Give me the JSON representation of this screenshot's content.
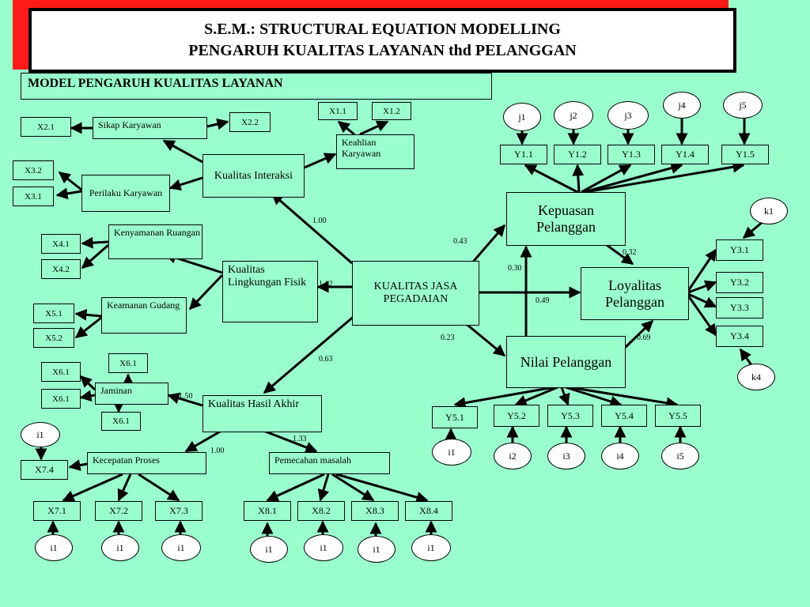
{
  "title": {
    "line1": "S.E.M.: STRUCTURAL EQUATION MODELLING",
    "line2": "PENGARUH  KUALITAS  LAYANAN thd PELANGGAN"
  },
  "subtitle": "MODEL PENGARUH KUALITAS LAYANAN",
  "colors": {
    "background": "#99ffcc",
    "accent": "#ff1a1a",
    "line": "#000000"
  },
  "constructs": {
    "central": "KUALITAS JASA PEGADAIAN",
    "interaksi": "Kualitas Interaksi",
    "fisik": "Kualitas Lingkungan Fisik",
    "hasil": "Kualitas Hasil Akhir",
    "kepuasan": "Kepuasan Pelanggan",
    "loyalitas": "Loyalitas Pelanggan",
    "nilai": "Nilai Pelanggan"
  },
  "dimensions": {
    "sikap": "Sikap Karyawan",
    "perilaku": "Perilaku Karyawan",
    "keahlian": "Keahlian Karyawan",
    "kenyamanan": "Kenyamanan Ruangan",
    "keamanan": "Keamanan Gudang",
    "jaminan": "Jaminan",
    "kecepatan": "Kecepatan Proses",
    "pemecahan": "Pemecahan masalah"
  },
  "indicators": {
    "x2_1": "X2.1",
    "x2_2": "X2.2",
    "x3_2": "X3.2",
    "x3_1": "X3.1",
    "x1_1": "X1.1",
    "x1_2": "X1.2",
    "x4_1": "X4.1",
    "x4_2": "X4.2",
    "x5_1": "X5.1",
    "x5_2": "X5.2",
    "x6_1a": "X6.1",
    "x6_1b": "X6.1",
    "x6_1c": "X6.1",
    "x6_1d": "X6.1",
    "x7_4": "X7.4",
    "x7_1": "X7.1",
    "x7_2": "X7.2",
    "x7_3": "X7.3",
    "x8_1": "X8.1",
    "x8_2": "X8.2",
    "x8_3": "X8.3",
    "x8_4": "X8.4",
    "y1_1": "Y1.1",
    "y1_2": "Y1.2",
    "y1_3": "Y1.3",
    "y1_4": "Y1.4",
    "y1_5": "Y1.5",
    "y3_1": "Y3.1",
    "y3_2": "Y3.2",
    "y3_3": "Y3.3",
    "y3_4": "Y3.4",
    "y5_1": "Y5.1",
    "y5_2": "Y5.2",
    "y5_3": "Y5.3",
    "y5_4": "Y5.4",
    "y5_5": "Y5.5"
  },
  "errors": {
    "j1": "j1",
    "j2": "j2",
    "j3": "j3",
    "j4": "j4",
    "j5": "j5",
    "k1": "k1",
    "k4": "k4",
    "i1_y": "i1",
    "i2": "i2",
    "i3": "i3",
    "i4": "i4",
    "i5": "i5",
    "i1_x74": "i1",
    "i1_x71": "i1",
    "i1_x72": "i1",
    "i1_x73": "i1",
    "i1_x81": "i1",
    "i1_x82": "i1",
    "i1_x83": "i1",
    "i1_x84": "i1"
  },
  "coefficients": {
    "c100a": "1.00",
    "c112": "1.12",
    "c063": "0.63",
    "c043": "0.43",
    "c030": "0.30",
    "c049": "0.49",
    "c023": "0.23",
    "c032": "0.32",
    "c069": "0.69",
    "c150": "1.50",
    "c100b": "1.00",
    "c133": "1.33"
  }
}
